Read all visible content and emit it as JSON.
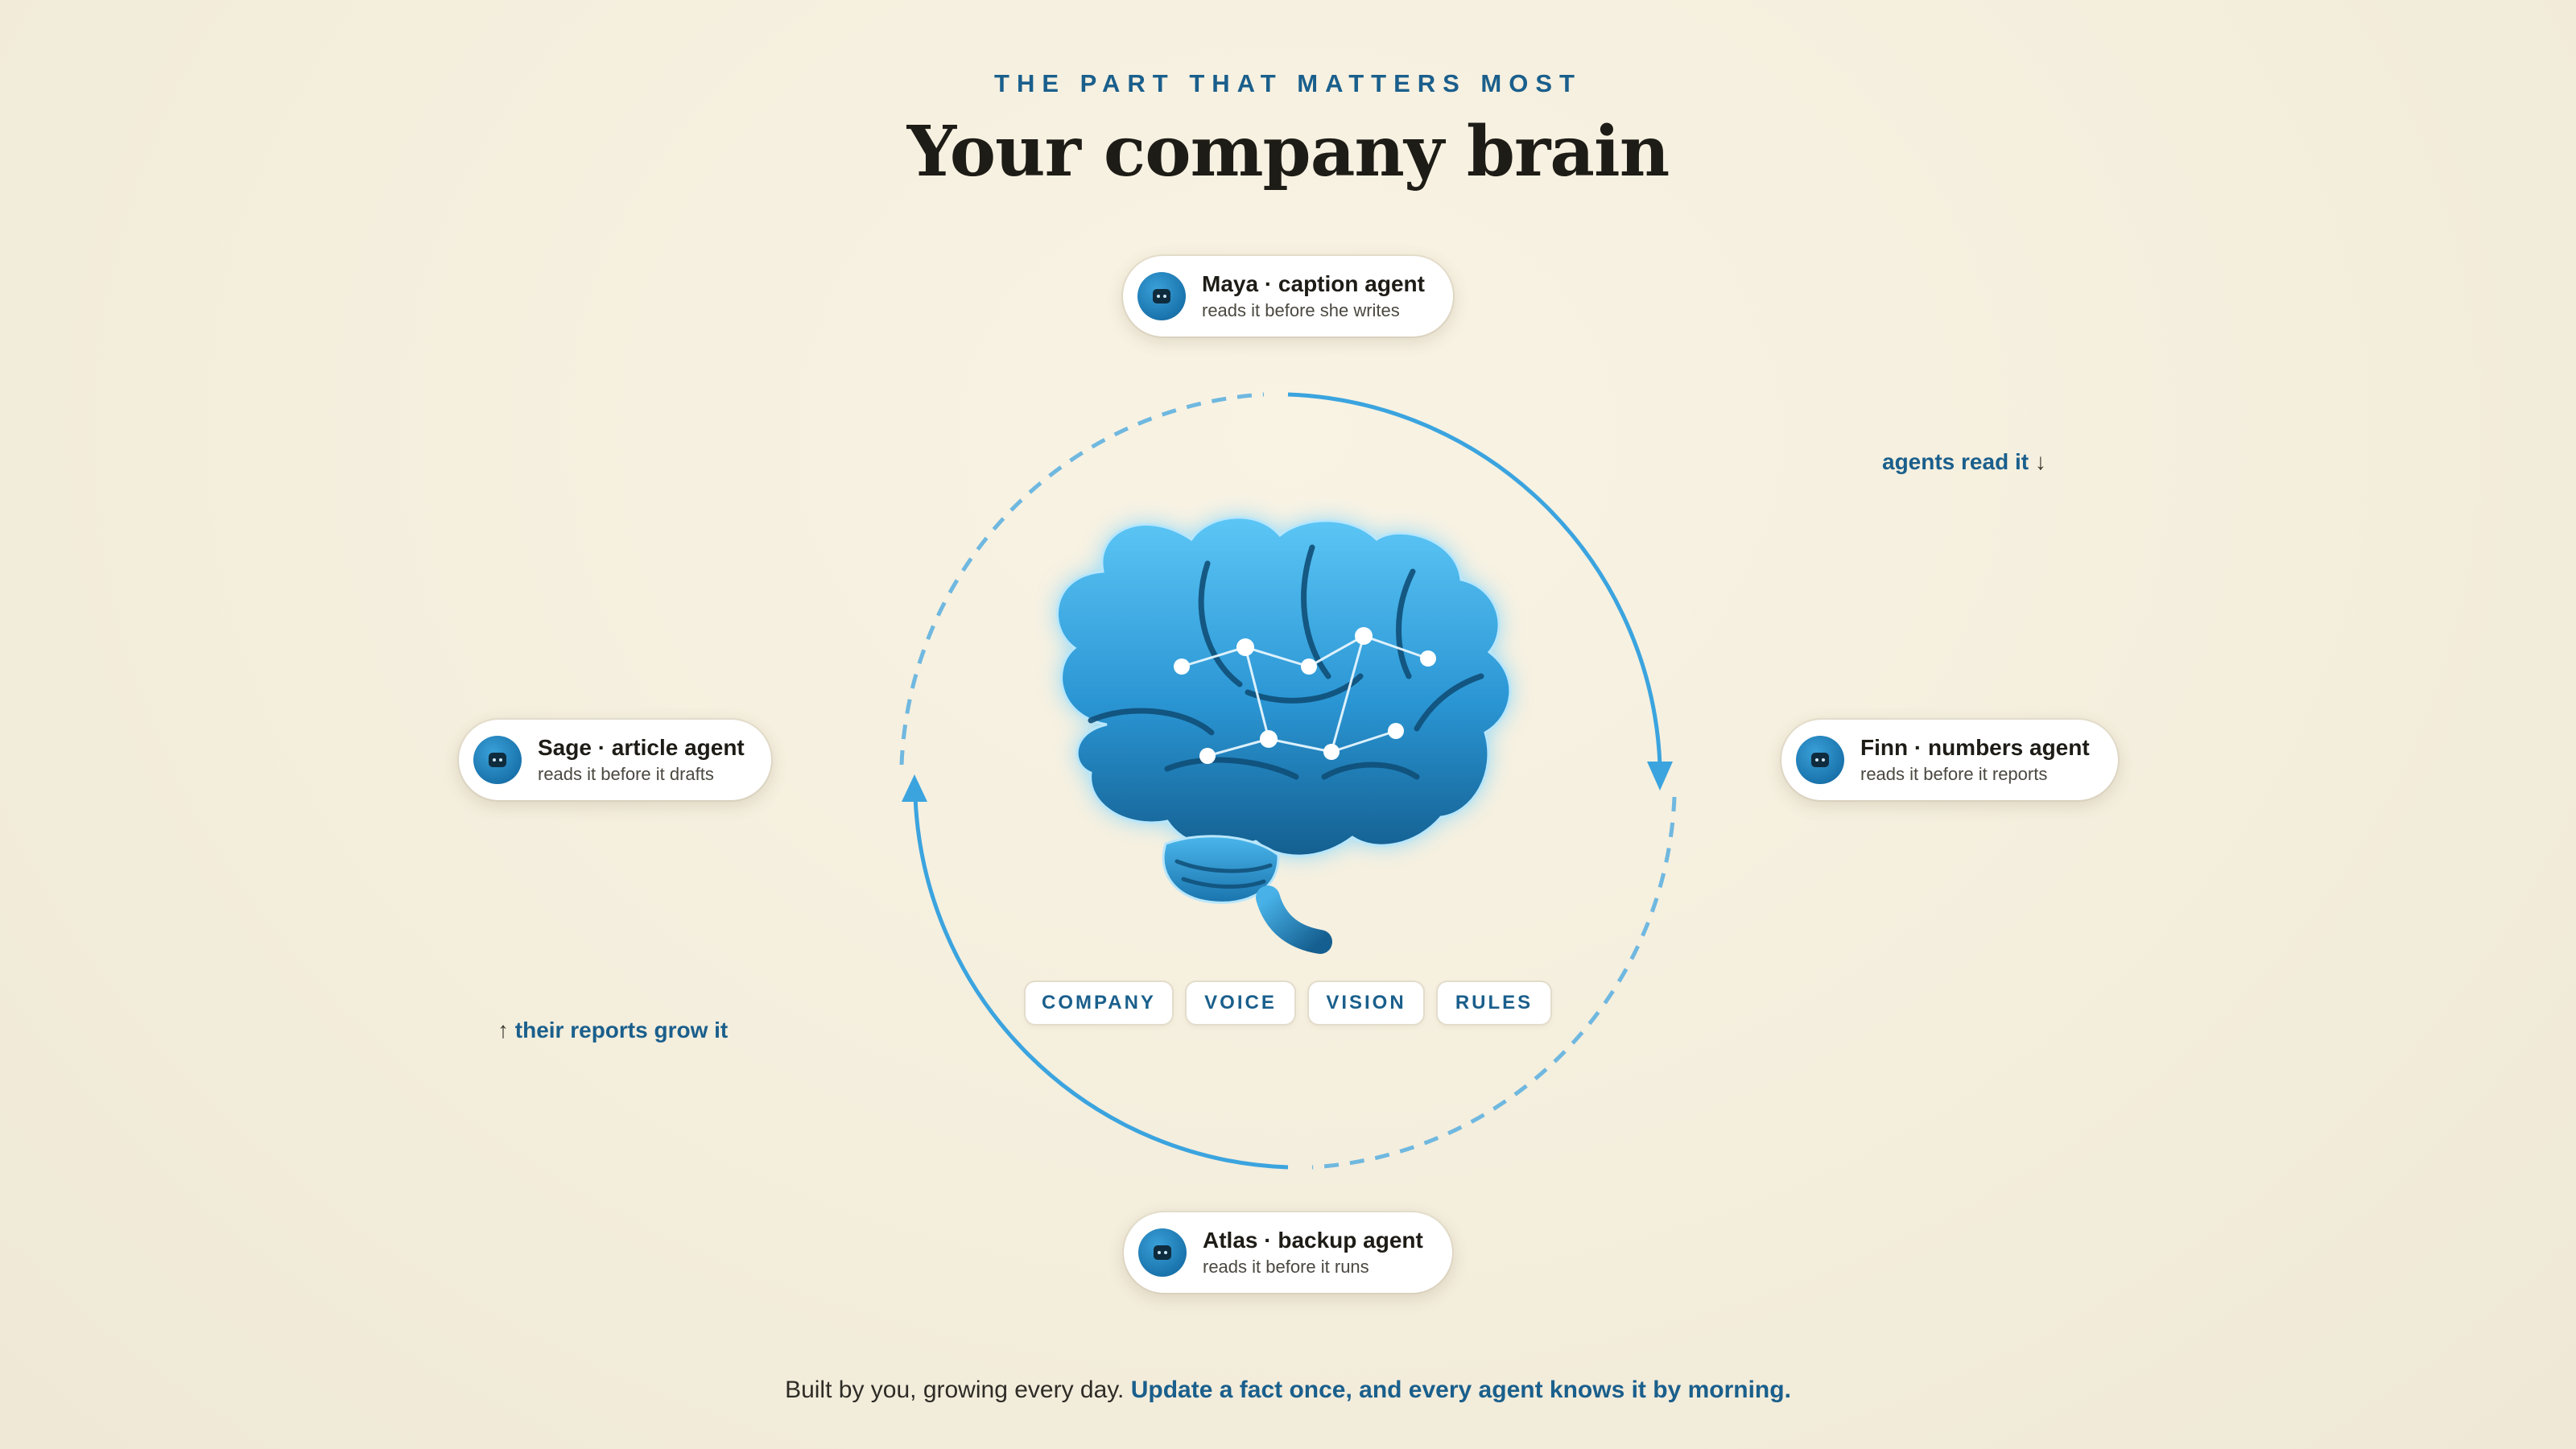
{
  "header": {
    "eyebrow": "THE PART THAT MATTERS MOST",
    "title": "Your company brain"
  },
  "agents": {
    "top": {
      "name": "Maya · caption agent",
      "subtitle": "reads it before she writes",
      "icon": "robot-icon"
    },
    "right": {
      "name": "Finn · numbers agent",
      "subtitle": "reads it before it reports",
      "icon": "robot-icon"
    },
    "bottom": {
      "name": "Atlas · backup agent",
      "subtitle": "reads it before it runs",
      "icon": "robot-icon"
    },
    "left": {
      "name": "Sage · article agent",
      "subtitle": "reads it before it drafts",
      "icon": "robot-icon"
    }
  },
  "flow_labels": {
    "read_text": "agents read it",
    "read_arrow": "↓",
    "grow_arrow": "↑",
    "grow_text": "their reports grow it"
  },
  "brain": {
    "icon": "brain-icon",
    "tags": [
      "COMPANY",
      "VOICE",
      "VISION",
      "RULES"
    ]
  },
  "footer": {
    "lead": "Built by you, growing every day.",
    "emphasis": "Update a fact once, and every agent knows it by morning."
  },
  "colors": {
    "accent": "#1a5f8c",
    "arrow": "#3ba4df",
    "brain_light": "#56c2f4",
    "brain_dark": "#1a74ad",
    "background": "#f6f0e0"
  }
}
